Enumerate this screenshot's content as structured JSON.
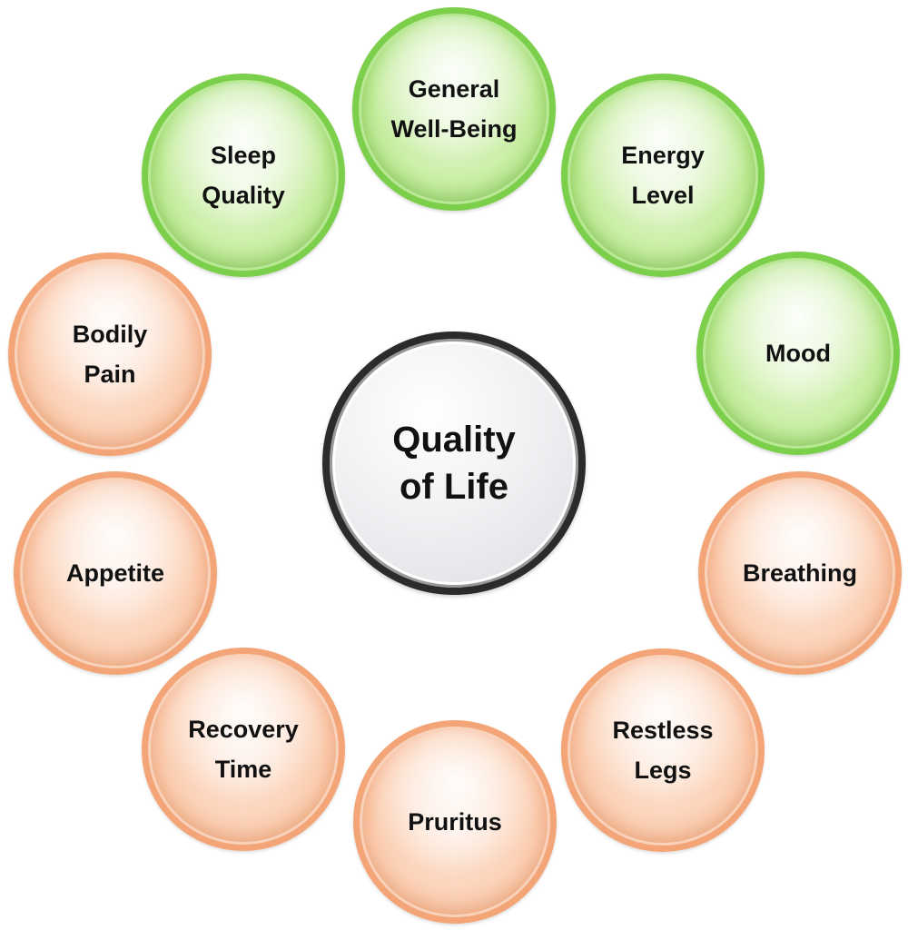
{
  "diagram": {
    "center": {
      "label": "Quality\nof Life"
    },
    "green_color": "#7ccf4a",
    "orange_color": "#f3a577",
    "nodes": [
      {
        "label": "General\nWell-Being",
        "color": "green"
      },
      {
        "label": "Energy\nLevel",
        "color": "green"
      },
      {
        "label": "Mood",
        "color": "green"
      },
      {
        "label": "Breathing",
        "color": "orange"
      },
      {
        "label": "Restless\nLegs",
        "color": "orange"
      },
      {
        "label": "Pruritus",
        "color": "orange"
      },
      {
        "label": "Recovery\nTime",
        "color": "orange"
      },
      {
        "label": "Appetite",
        "color": "orange"
      },
      {
        "label": "Bodily\nPain",
        "color": "orange"
      },
      {
        "label": "Sleep\nQuality",
        "color": "green"
      }
    ]
  }
}
